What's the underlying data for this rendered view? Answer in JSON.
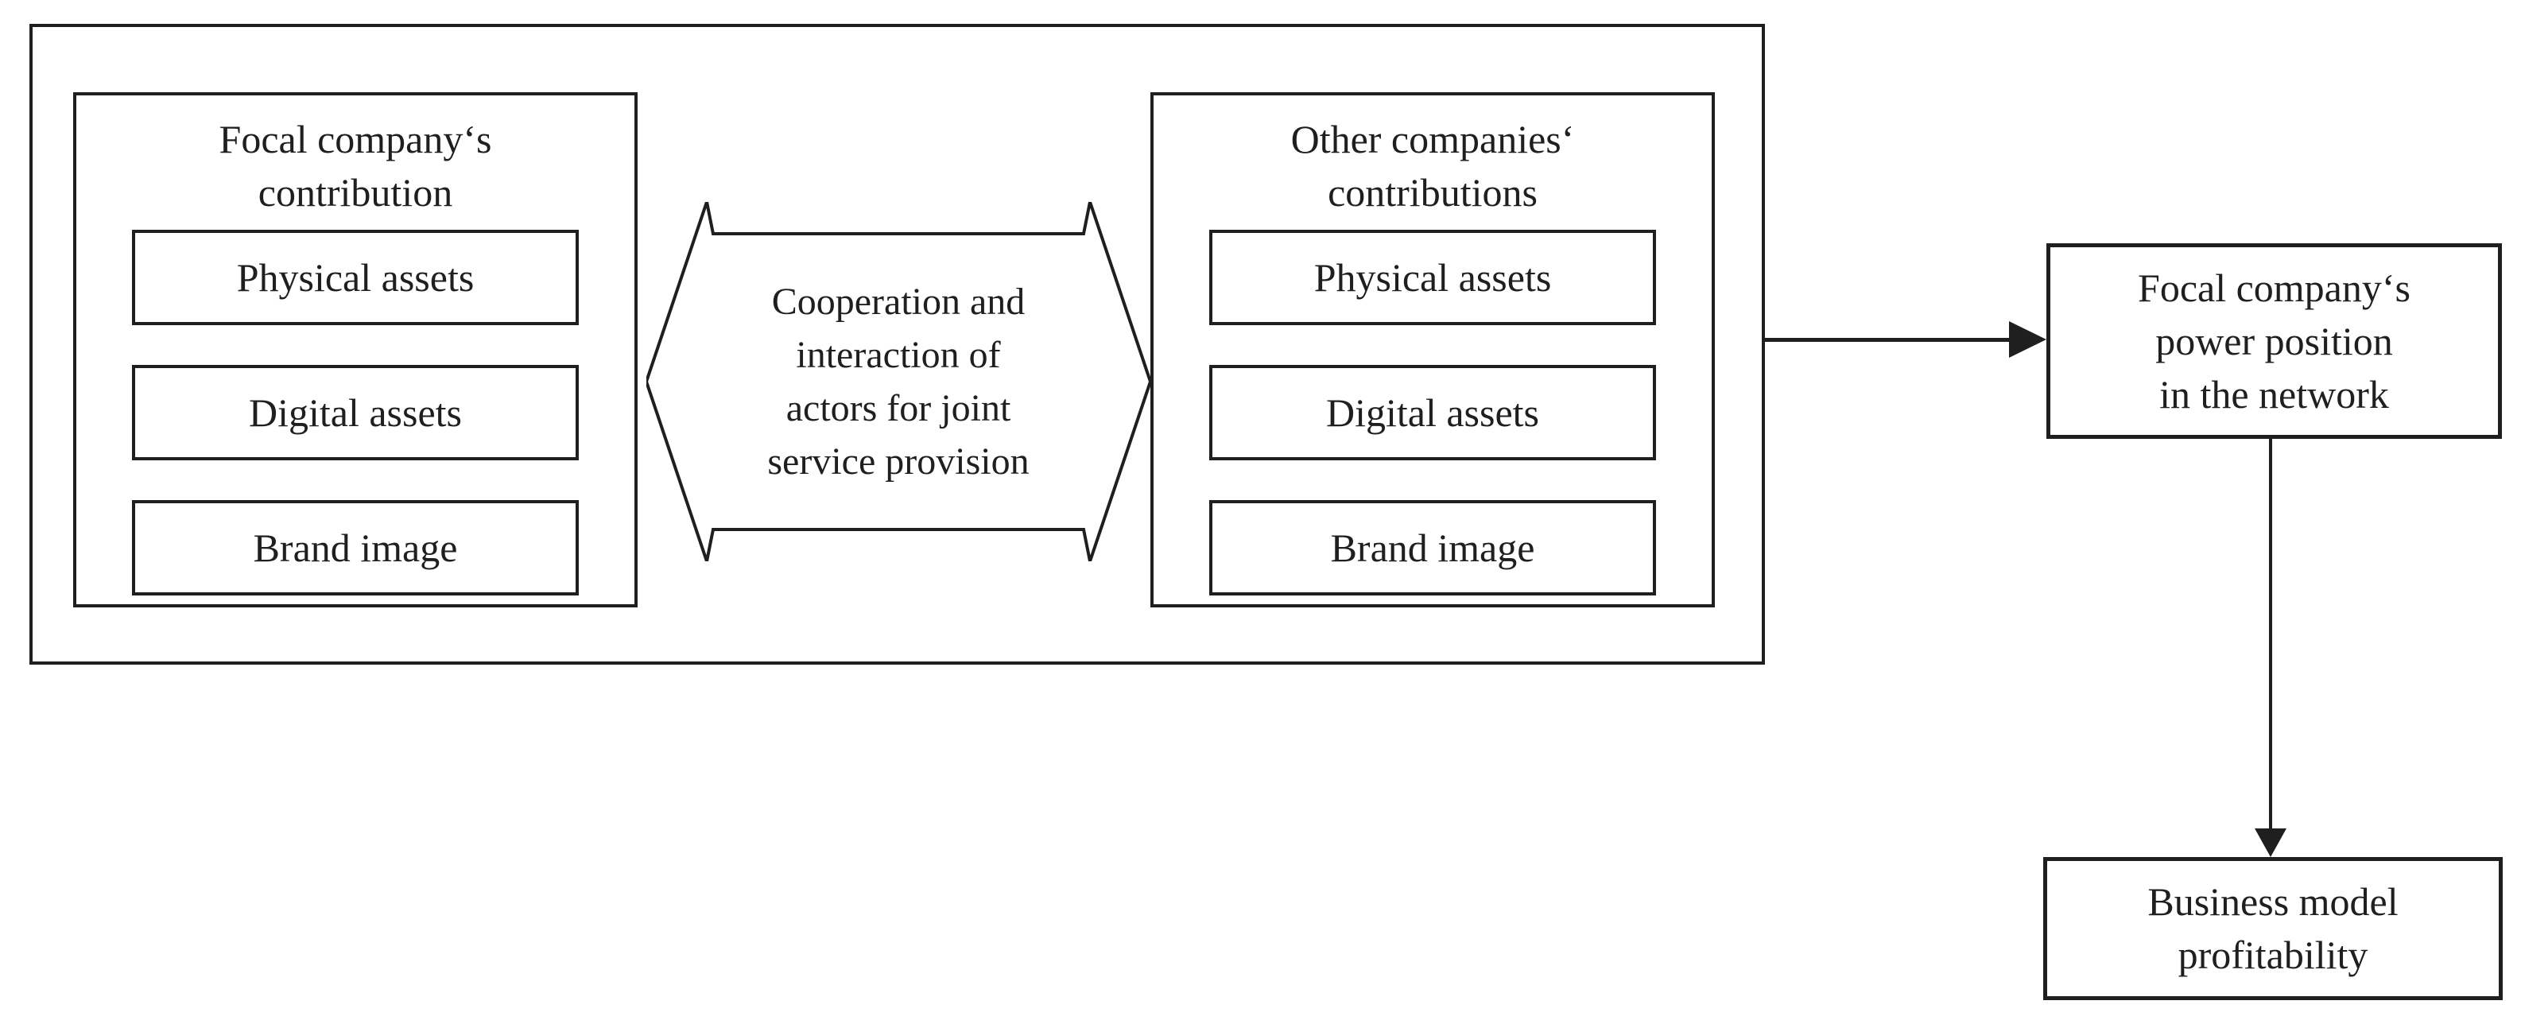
{
  "diagram": {
    "cooperation_group": {
      "focal_panel": {
        "title_line1": "Focal company‘s",
        "title_line2": "contribution",
        "assets": [
          "Physical assets",
          "Digital assets",
          "Brand image"
        ]
      },
      "other_panel": {
        "title_line1": "Other companies‘",
        "title_line2": "contributions",
        "assets": [
          "Physical assets",
          "Digital assets",
          "Brand image"
        ]
      },
      "double_arrow_label": {
        "line1": "Cooperation and",
        "line2": "interaction of",
        "line3": "actors for joint",
        "line4": "service provision"
      }
    },
    "power_box": {
      "line1": "Focal company‘s",
      "line2": "power position",
      "line3": "in the network"
    },
    "profitability_box": {
      "line1": "Business model",
      "line2": "profitability"
    },
    "colors": {
      "line": "#1f1f1f",
      "background": "#ffffff"
    }
  }
}
